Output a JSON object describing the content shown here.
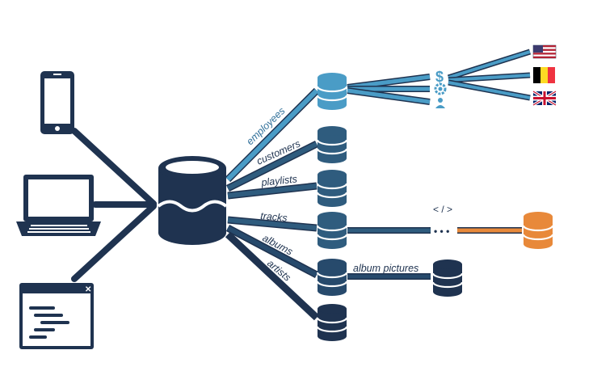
{
  "edges": {
    "employees": "employees",
    "customers": "customers",
    "playlists": "playlists",
    "tracks": "tracks",
    "albums": "albums",
    "artists": "artists",
    "album_pictures": "album pictures"
  },
  "code_symbol": "< / >",
  "dots": "• • •",
  "dollar_symbol": "$",
  "colors": {
    "navy": "#1f3350",
    "steel": "#2f5c7e",
    "light_blue": "#4a9cc6",
    "orange": "#e8893a"
  },
  "icons": {
    "devices": [
      "smartphone-icon",
      "laptop-icon",
      "browser-window-icon"
    ],
    "central": "central-database-icon",
    "flags": [
      "us-flag-icon",
      "belgium-flag-icon",
      "uk-flag-icon"
    ]
  }
}
